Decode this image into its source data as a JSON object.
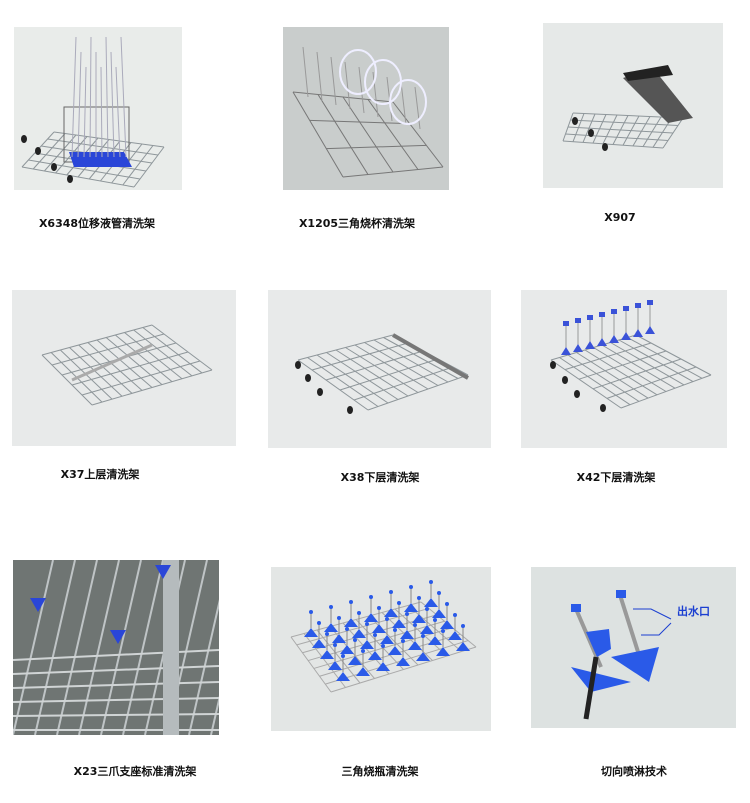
{
  "products": [
    {
      "caption": "X6348位移液管清洗架",
      "bg": "#e9ecea",
      "accent": "#2a46d8"
    },
    {
      "caption": "X1205三角烧杯清洗架",
      "bg": "#c9cdcc",
      "accent": "#9aa3a8"
    },
    {
      "caption": "X907",
      "bg": "#e6e9e8",
      "accent": "#333333"
    },
    {
      "caption": "X37上层清洗架",
      "bg": "#e8eaea",
      "accent": "#9aa3a8"
    },
    {
      "caption": "X38下层清洗架",
      "bg": "#e8eaea",
      "accent": "#9aa3a8"
    },
    {
      "caption": "X42下层清洗架",
      "bg": "#e8eaea",
      "accent": "#3a52d8"
    },
    {
      "caption": "X23三爪支座标准清洗架",
      "bg": "#6f7573",
      "accent": "#2a46d8"
    },
    {
      "caption": "三角烧瓶清洗架",
      "bg": "#e3e6e5",
      "accent": "#2a5ae8"
    },
    {
      "caption": "切向喷淋技术",
      "bg": "#dde2e1",
      "accent": "#2a5ae8"
    }
  ],
  "annotation": {
    "outlet_label": "出水口"
  }
}
